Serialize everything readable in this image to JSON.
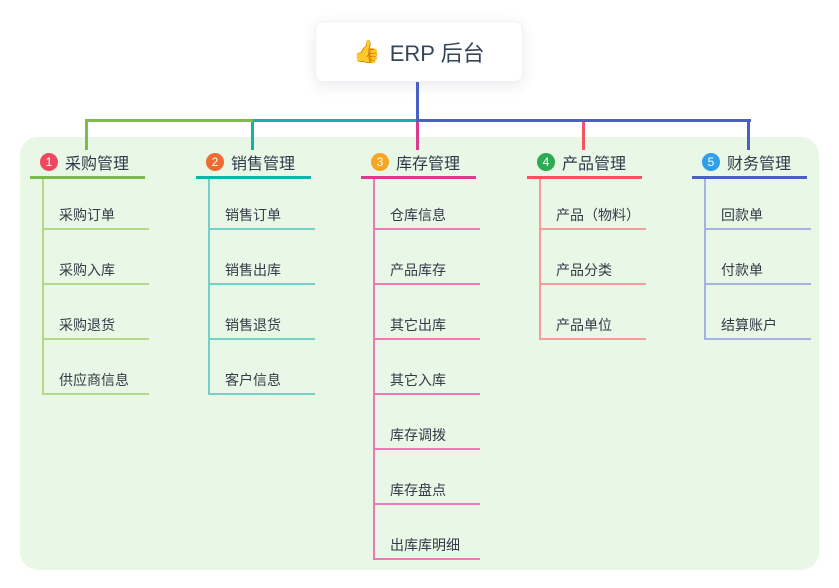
{
  "root": {
    "icon": "👍",
    "label": "ERP 后台"
  },
  "panel_bg": "#e9f7e6",
  "root_connector_color": "#4a5ec6",
  "branches": [
    {
      "number": "1",
      "label": "采购管理",
      "badge_color": "#f0485e",
      "line_color": "#7dbb4f",
      "sub_line_color": "#b4d88c",
      "items": [
        "采购订单",
        "采购入库",
        "采购退货",
        "供应商信息"
      ]
    },
    {
      "number": "2",
      "label": "销售管理",
      "badge_color": "#ee6b32",
      "line_color": "#12b3a8",
      "sub_line_color": "#74d0c8",
      "items": [
        "销售订单",
        "销售出库",
        "销售退货",
        "客户信息"
      ]
    },
    {
      "number": "3",
      "label": "库存管理",
      "badge_color": "#f6a623",
      "line_color": "#d93a8c",
      "sub_line_color": "#ef79b7",
      "items": [
        "仓库信息",
        "产品库存",
        "其它出库",
        "其它入库",
        "库存调拨",
        "库存盘点",
        "出库库明细"
      ]
    },
    {
      "number": "4",
      "label": "产品管理",
      "badge_color": "#2bab52",
      "line_color": "#f2555f",
      "sub_line_color": "#f79b9b",
      "items": [
        "产品（物料）",
        "产品分类",
        "产品单位"
      ]
    },
    {
      "number": "5",
      "label": "财务管理",
      "badge_color": "#2e9fe9",
      "line_color": "#4a5ec6",
      "sub_line_color": "#a4b3e4",
      "items": [
        "回款单",
        "付款单",
        "结算账户"
      ]
    }
  ]
}
